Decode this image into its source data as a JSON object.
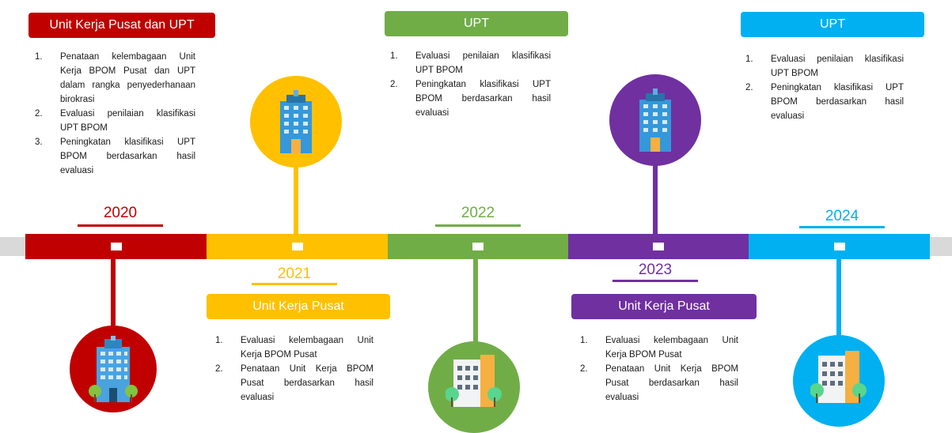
{
  "colors": {
    "c2020": "#c00000",
    "c2021": "#ffc000",
    "c2022": "#70ad47",
    "c2023": "#7030a0",
    "c2024": "#00b0f0",
    "track": "#d9d9d9"
  },
  "timeline": [
    {
      "year": "2020",
      "label": "Unit Kerja Pusat dan UPT",
      "items": [
        "Penataan kelembagaan Unit Kerja BPOM Pusat dan UPT dalam rangka penyederhanaan birokrasi",
        "Evaluasi penilaian klasifikasi UPT BPOM",
        "Peningkatan klasifikasi UPT BPOM berdasarkan hasil evaluasi"
      ],
      "icon": "office-tower-icon"
    },
    {
      "year": "2021",
      "label": "Unit Kerja Pusat",
      "items": [
        "Evaluasi kelembagaan Unit Kerja BPOM Pusat",
        "Penataan Unit Kerja BPOM Pusat berdasarkan hasil evaluasi"
      ],
      "icon": "office-tower-icon"
    },
    {
      "year": "2022",
      "label": "UPT",
      "items": [
        "Evaluasi penilaian klasifikasi UPT BPOM",
        "Peningkatan klasifikasi UPT BPOM berdasarkan hasil evaluasi"
      ],
      "icon": "office-building-trees-icon"
    },
    {
      "year": "2023",
      "label": "Unit Kerja Pusat",
      "items": [
        "Evaluasi kelembagaan Unit Kerja BPOM Pusat",
        "Penataan Unit Kerja BPOM Pusat berdasarkan hasil evaluasi"
      ],
      "icon": "office-tower-icon"
    },
    {
      "year": "2024",
      "label": "UPT",
      "items": [
        "Evaluasi penilaian klasifikasi UPT BPOM",
        "Peningkatan klasifikasi UPT BPOM berdasarkan hasil evaluasi"
      ],
      "icon": "office-building-trees-icon"
    }
  ]
}
